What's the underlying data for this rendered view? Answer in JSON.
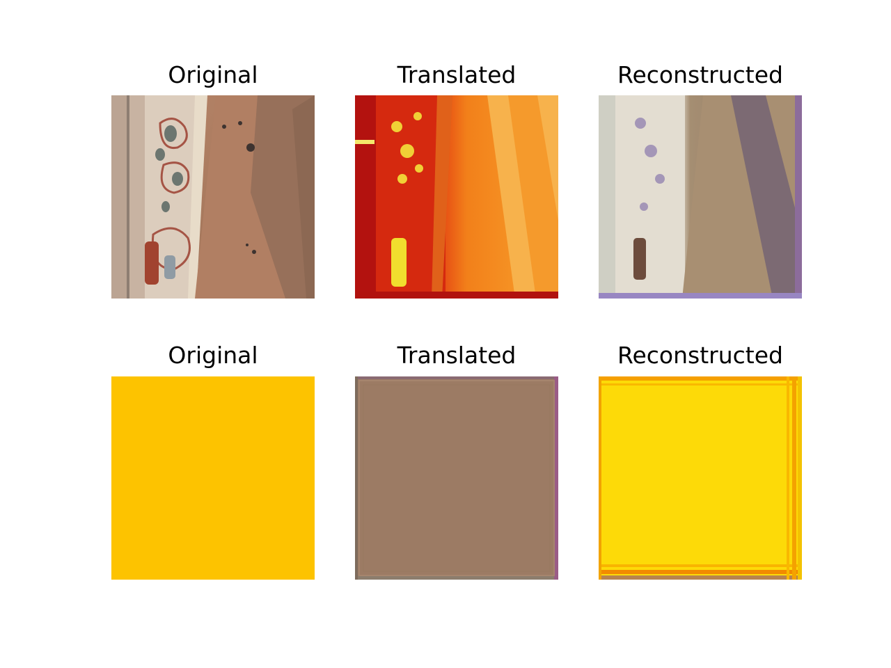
{
  "rows": [
    {
      "panels": [
        {
          "title": "Original"
        },
        {
          "title": "Translated"
        },
        {
          "title": "Reconstructed"
        }
      ]
    },
    {
      "panels": [
        {
          "title": "Original"
        },
        {
          "title": "Translated"
        },
        {
          "title": "Reconstructed"
        }
      ]
    }
  ],
  "colors": {
    "solid_yellow": "#FDC300",
    "translated_brown": "#9C7B64",
    "reconstructed_yellow": "#FDDA08",
    "wall_tan": "#B58A6E",
    "translated_red": "#D2270F",
    "translated_orange": "#F58C1A"
  }
}
